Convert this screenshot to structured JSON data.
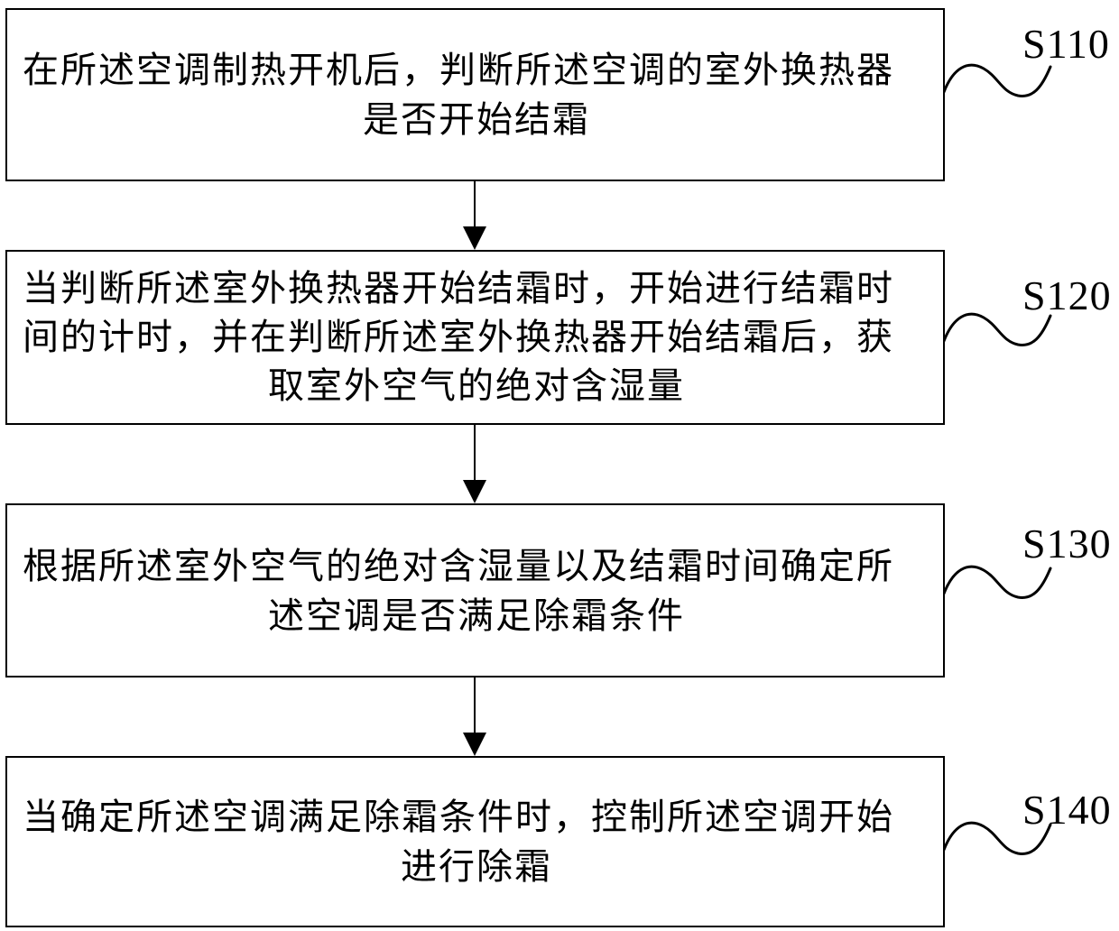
{
  "figure": {
    "type": "flowchart",
    "colors": {
      "ink": "#000000",
      "background": "#ffffff"
    },
    "steps": [
      {
        "id": "S110",
        "text": "在所述空调制热开机后，判断所述空调的室外换热器是否开始结霜",
        "lines": [
          "在所述空调制热开机后，判断所述空调的室外换热器",
          "是否开始结霜"
        ]
      },
      {
        "id": "S120",
        "text": "当判断所述室外换热器开始结霜时，开始进行结霜时间的计时，并在判断所述室外换热器开始结霜后，获取室外空气的绝对含湿量",
        "lines": [
          "当判断所述室外换热器开始结霜时，开始进行结霜时",
          "间的计时，并在判断所述室外换热器开始结霜后，获",
          "取室外空气的绝对含湿量"
        ]
      },
      {
        "id": "S130",
        "text": "根据所述室外空气的绝对含湿量以及结霜时间确定所述空调是否满足除霜条件",
        "lines": [
          "根据所述室外空气的绝对含湿量以及结霜时间确定所",
          "述空调是否满足除霜条件"
        ]
      },
      {
        "id": "S140",
        "text": "当确定所述空调满足除霜条件时，控制所述空调开始进行除霜",
        "lines": [
          "当确定所述空调满足除霜条件时，控制所述空调开始",
          "进行除霜"
        ]
      }
    ],
    "edges": [
      {
        "from": "S110",
        "to": "S120"
      },
      {
        "from": "S120",
        "to": "S130"
      },
      {
        "from": "S130",
        "to": "S140"
      }
    ]
  }
}
